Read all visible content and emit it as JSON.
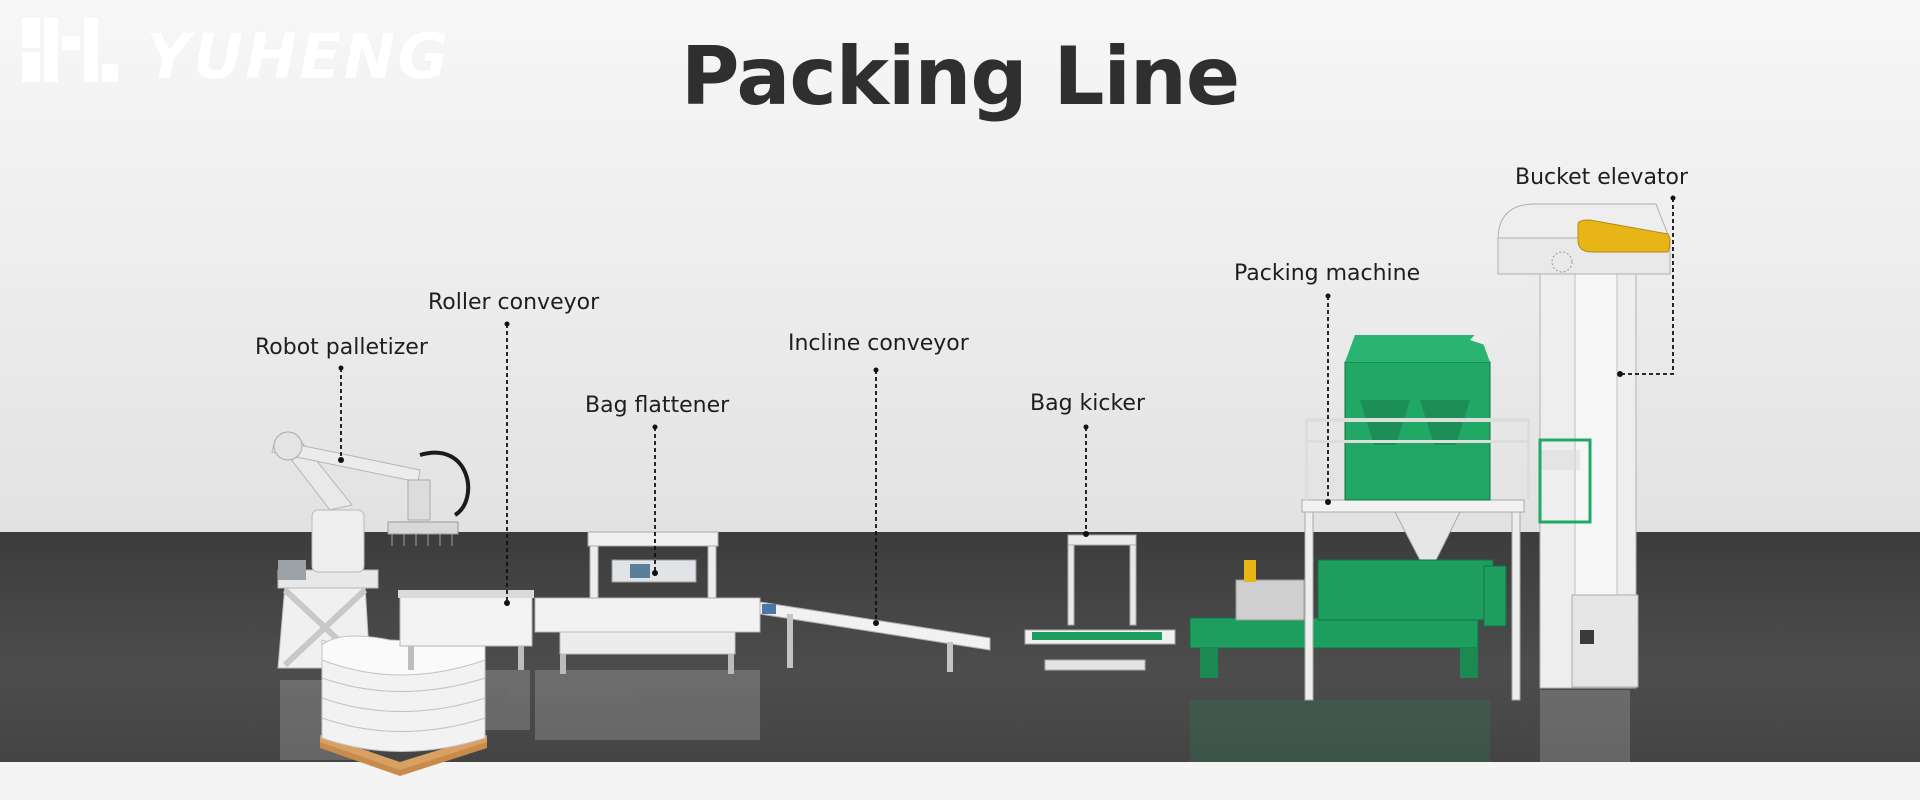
{
  "brand": {
    "name": "YUHENG"
  },
  "page": {
    "title": "Packing Line"
  },
  "equipment": {
    "robot_palletizer": "Robot palletizer",
    "roller_conveyor": "Roller conveyor",
    "bag_flattener": "Bag flattener",
    "incline_conveyor": "Incline conveyor",
    "bag_kicker": "Bag kicker",
    "packing_machine": "Packing machine",
    "bucket_elevator": "Bucket elevator"
  },
  "colors": {
    "machine_green": "#1e9e5e",
    "elevator_yellow": "#e8b517",
    "pallet_wood": "#c98b4a",
    "floor": "#444444"
  }
}
